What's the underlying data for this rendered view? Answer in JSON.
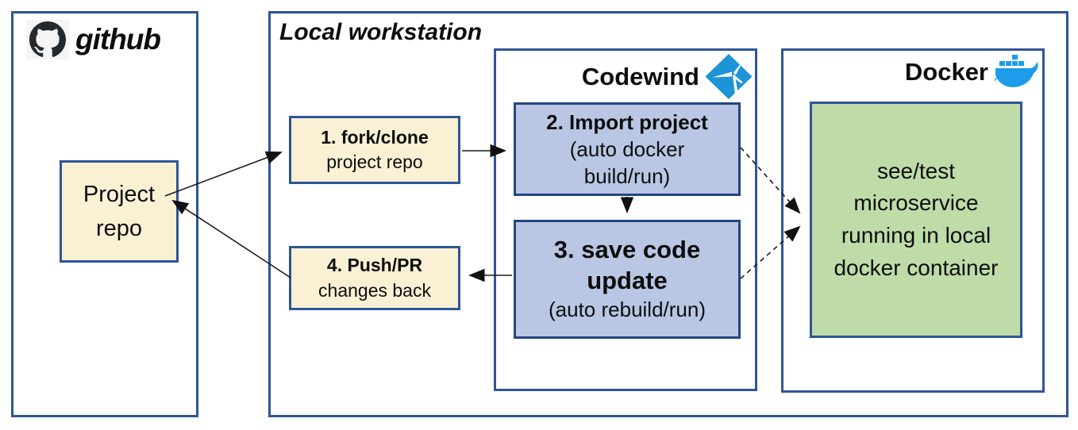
{
  "github_panel": {
    "title": "github",
    "project_repo": "Project repo"
  },
  "workstation_panel": {
    "title": "Local workstation",
    "fork_clone": {
      "title": "1. fork/clone",
      "subtitle": "project repo"
    },
    "push_pr": {
      "title": "4. Push/PR",
      "subtitle": "changes back"
    },
    "codewind": {
      "title": "Codewind",
      "import_project": {
        "title": "2. Import project",
        "subtitle": "(auto docker build/run)"
      },
      "save_code": {
        "title": "3. save code update",
        "subtitle": "(auto rebuild/run)"
      }
    },
    "docker": {
      "title": "Docker",
      "container": "see/test microservice running in local docker container"
    }
  },
  "icons": {
    "github_logo": "github-octocat-mark",
    "codewind_logo": "codewind-blue-diamond-windmill",
    "docker_logo": "docker-blue-whale-with-containers"
  },
  "colors": {
    "panel_border_blue": "#2F5597",
    "box_border_navy": "#24477F",
    "cream_fill": "#FAF0D4",
    "blue_fill": "#B9C7E4",
    "green_fill": "#BFDCA8",
    "logo_blue": "#1D9CD8",
    "github_dark": "#24292E",
    "arrow_black": "#1a1a1a"
  }
}
